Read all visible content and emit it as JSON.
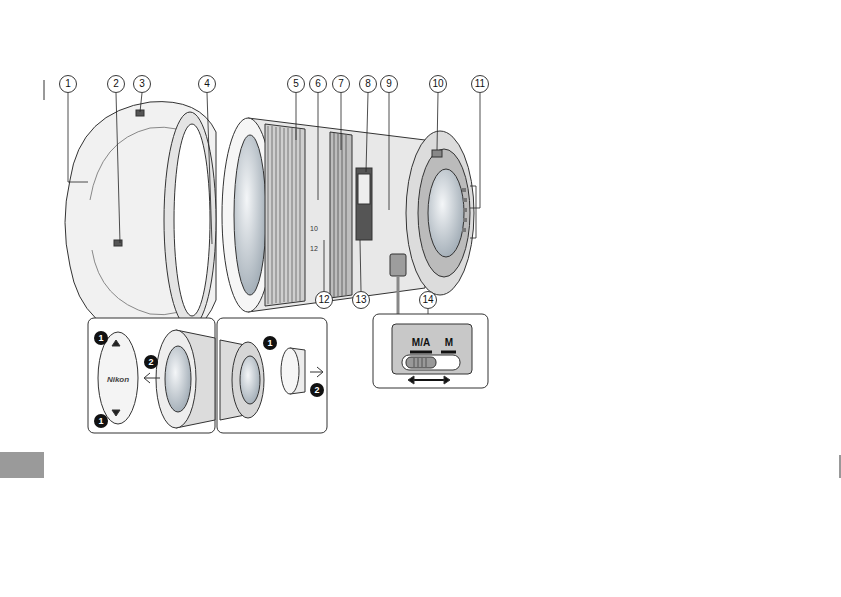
{
  "diagram": {
    "labels": [
      "1",
      "2",
      "3",
      "4",
      "5",
      "6",
      "7",
      "8",
      "9",
      "10",
      "11",
      "12",
      "13",
      "14",
      "1",
      "2",
      "1",
      "1",
      "2",
      "M/A",
      "M",
      "Nikon",
      "10",
      "12"
    ]
  }
}
